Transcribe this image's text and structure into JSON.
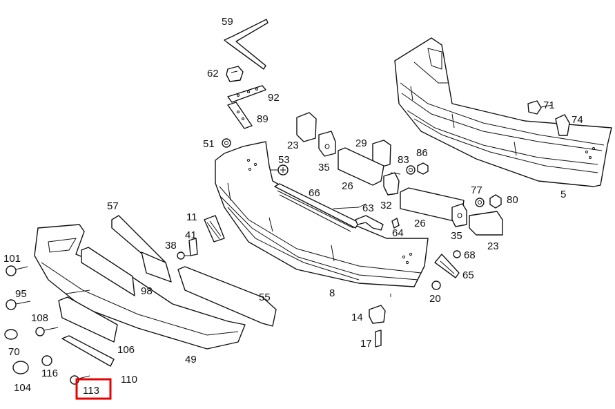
{
  "diagram": {
    "labels": {
      "p59": "59",
      "p62": "62",
      "p92": "92",
      "p89": "89",
      "p51": "51",
      "p23a": "23",
      "p35a": "35",
      "p29": "29",
      "p83": "83",
      "p86": "86",
      "p53": "53",
      "p26a": "26",
      "p32": "32",
      "p66": "66",
      "p63": "63",
      "p64": "64",
      "p26b": "26",
      "p77": "77",
      "p80": "80",
      "p35b": "35",
      "p23b": "23",
      "p71": "71",
      "p74": "74",
      "p5": "5",
      "p57": "57",
      "p11": "11",
      "p41": "41",
      "p38": "38",
      "p68": "68",
      "p65": "65",
      "p20": "20",
      "p8": "8",
      "p101": "101",
      "p98": "98",
      "p55": "55",
      "p95": "95",
      "p108": "108",
      "p14": "14",
      "p17": "17",
      "p106": "106",
      "p70": "70",
      "p116": "116",
      "p110": "110",
      "p49": "49",
      "p104": "104",
      "p113": "113"
    },
    "highlight_color": "#e60000",
    "line_color": "#111111"
  }
}
